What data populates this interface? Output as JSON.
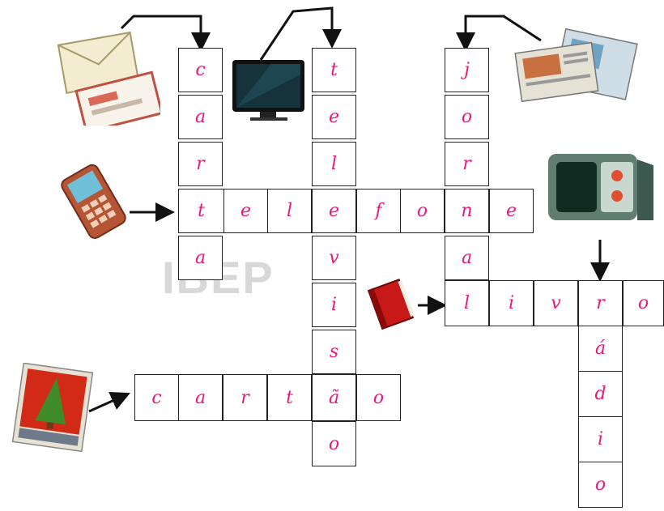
{
  "watermark": "IBEP",
  "words": {
    "carta": [
      "c",
      "a",
      "r",
      "t",
      "a"
    ],
    "televisao": [
      "t",
      "e",
      "l",
      "e",
      "v",
      "i",
      "s",
      "ã",
      "o"
    ],
    "jornal": [
      "j",
      "o",
      "r",
      "n",
      "a",
      "l"
    ],
    "telefone": [
      "t",
      "e",
      "l",
      "e",
      "f",
      "o",
      "n",
      "e"
    ],
    "livro": [
      "l",
      "i",
      "v",
      "r",
      "o"
    ],
    "radio": [
      "r",
      "á",
      "d",
      "i",
      "o"
    ],
    "cartao": [
      "c",
      "a",
      "r",
      "t",
      "ã",
      "o"
    ]
  },
  "icons": {
    "letters": "envelope-letters-icon",
    "tv": "television-icon",
    "newspaper": "newspapers-icon",
    "phone": "mobile-phone-icon",
    "radio": "radio-icon",
    "book": "book-icon",
    "card": "christmas-card-icon"
  },
  "colors": {
    "letter_color": "#e8197d",
    "grid": "#222222"
  }
}
